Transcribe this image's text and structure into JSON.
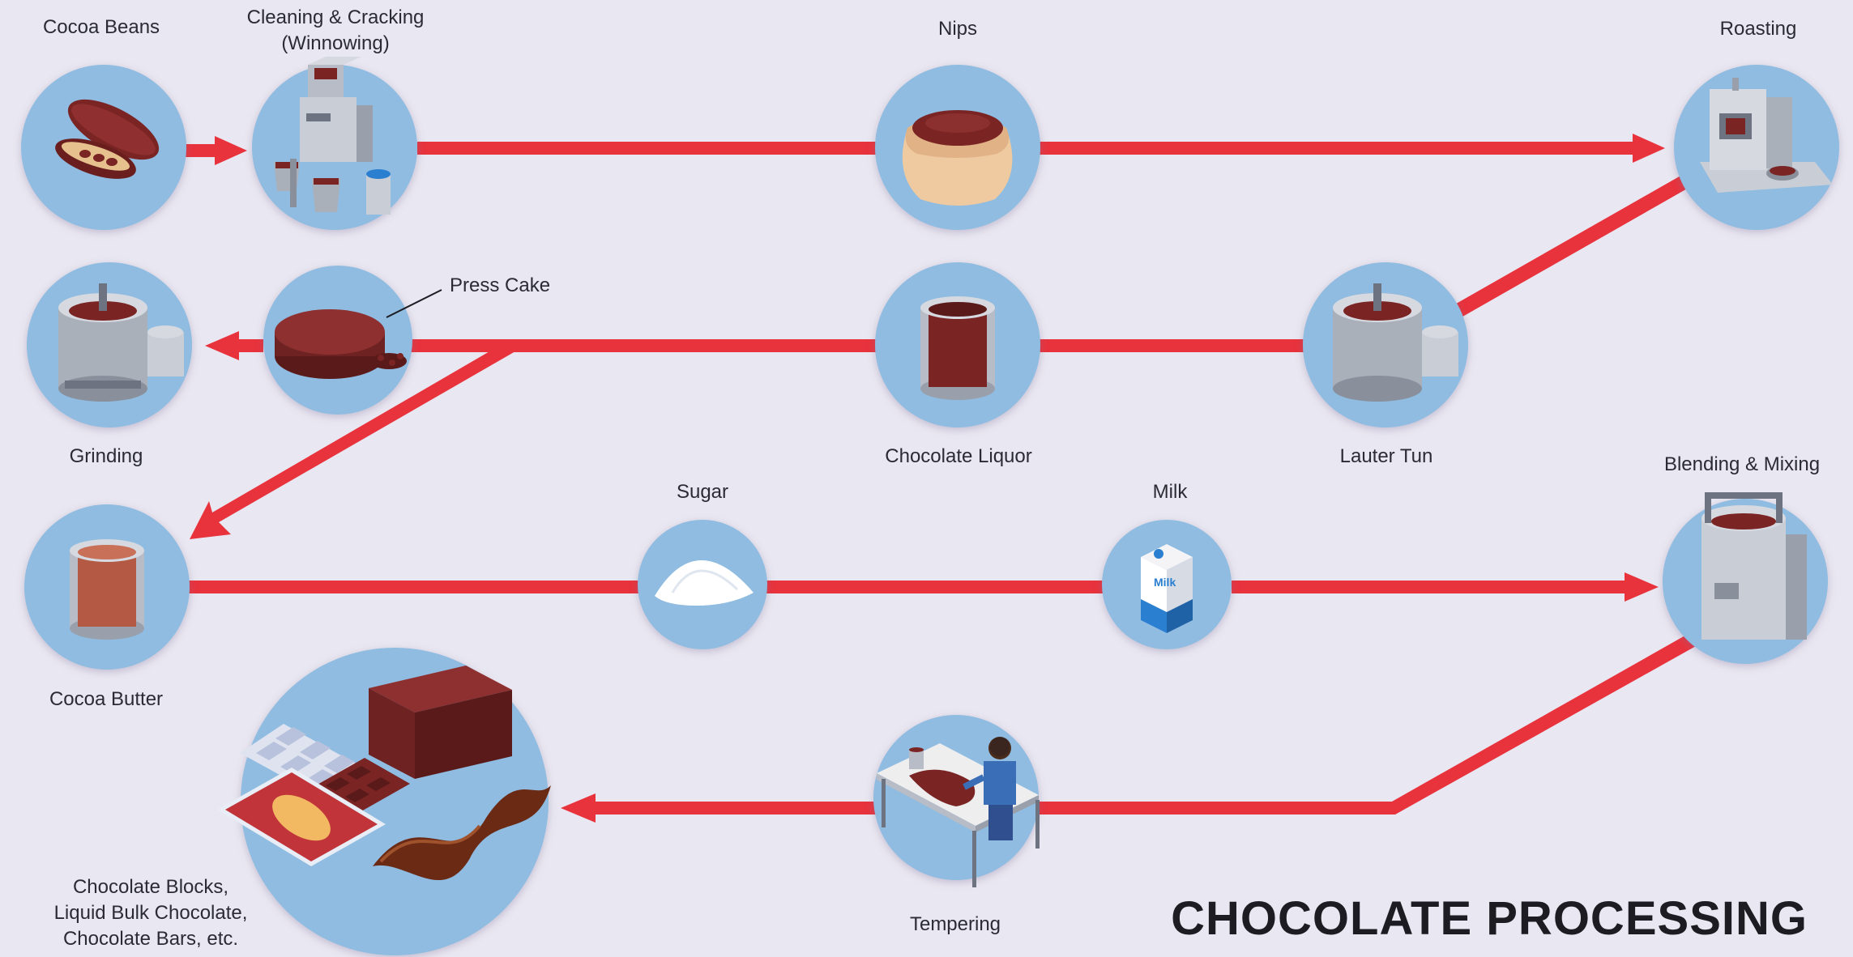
{
  "title": "CHOCOLATE PROCESSING",
  "colors": {
    "background": "#e9e7f1",
    "arrow": "#e8323c",
    "node": "#8fbce0",
    "chocolate": "#7a2424"
  },
  "nodes": {
    "cocoa_beans": {
      "label": "Cocoa Beans",
      "icon": "cocoa-pod-icon"
    },
    "cleaning": {
      "label_line1": "Cleaning & Cracking",
      "label_line2": "(Winnowing)",
      "icon": "winnowing-machine-icon"
    },
    "nips": {
      "label": "Nips",
      "icon": "sack-icon"
    },
    "roasting": {
      "label": "Roasting",
      "icon": "roaster-icon"
    },
    "grinding": {
      "label": "Grinding",
      "icon": "grinder-icon"
    },
    "press_cake": {
      "label": "Press Cake",
      "icon": "press-cake-icon"
    },
    "chocolate_liquor": {
      "label": "Chocolate Liquor",
      "icon": "liquor-container-icon"
    },
    "lauter_tun": {
      "label": "Lauter Tun",
      "icon": "lauter-tun-icon"
    },
    "cocoa_butter": {
      "label": "Cocoa Butter",
      "icon": "butter-container-icon"
    },
    "sugar": {
      "label": "Sugar",
      "icon": "sugar-pile-icon"
    },
    "milk": {
      "label": "Milk",
      "icon": "milk-carton-icon",
      "carton_text": "Milk"
    },
    "blending": {
      "label": "Blending & Mixing",
      "icon": "mixer-icon"
    },
    "products": {
      "label_line1": "Chocolate Blocks,",
      "label_line2": "Liquid Bulk Chocolate,",
      "label_line3": "Chocolate Bars, etc.",
      "icon": "chocolate-products-icon"
    },
    "tempering": {
      "label": "Tempering",
      "icon": "tempering-worker-icon"
    }
  }
}
